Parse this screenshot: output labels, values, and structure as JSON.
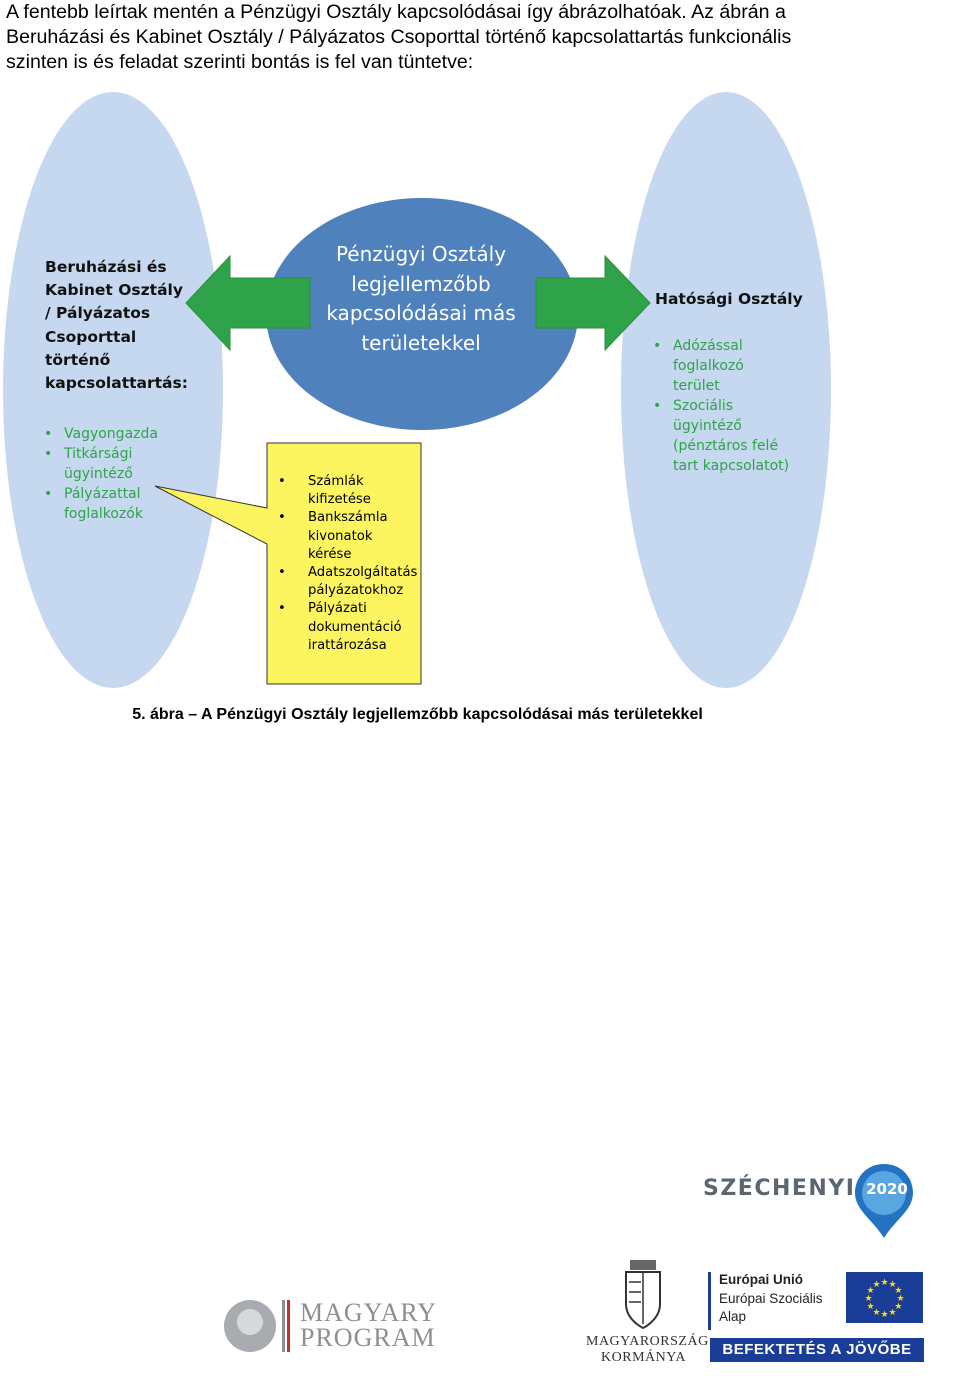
{
  "intro": {
    "line1": "A fentebb leírtak mentén a Pénzügyi Osztály kapcsolódásai így ábrázolhatóak. Az ábrán a",
    "line2": "Beruházási és Kabinet Osztály / Pályázatos Csoporttal történő kapcsolattartás funkcionális",
    "line3": "szinten is és feladat szerinti bontás is fel van tüntetve:"
  },
  "diagram": {
    "colors": {
      "ellipse": "#c5d8ef",
      "circle": "#4f81bd",
      "arrow": "#2fa34a",
      "callout": "#fcf55f",
      "green_text": "#2fa34a"
    },
    "left": {
      "title_lines": [
        "Beruházási és",
        "Kabinet Osztály",
        "/ Pályázatos",
        "Csoporttal",
        "történő",
        "kapcsolattartás:"
      ],
      "items": [
        {
          "lines": [
            "Vagyongazda"
          ]
        },
        {
          "lines": [
            "Titkársági",
            "ügyintéző"
          ]
        },
        {
          "lines": [
            "Pályázattal",
            "foglalkozók"
          ]
        }
      ]
    },
    "center": {
      "title_lines": [
        "Pénzügyi Osztály",
        "legjellemzőbb",
        "kapcsolódásai más",
        "területekkel"
      ]
    },
    "right": {
      "title": "Hatósági Osztály",
      "items": [
        {
          "lines": [
            "Adózással",
            "foglalkozó",
            "terület"
          ]
        },
        {
          "lines": [
            "Szociális",
            "ügyintéző",
            "(pénztáros felé",
            "tart kapcsolatot)"
          ]
        }
      ]
    },
    "callout": {
      "items": [
        {
          "lines": [
            "Számlák",
            "kifizetése"
          ]
        },
        {
          "lines": [
            "Bankszámla",
            "kivonatok",
            "kérése"
          ]
        },
        {
          "lines": [
            "Adatszolgáltatás",
            "pályázatokhoz"
          ]
        },
        {
          "lines": [
            "Pályázati",
            "dokumentáció",
            "irattározása"
          ]
        }
      ]
    }
  },
  "caption": "5. ábra – A Pénzügyi Osztály legjellemzőbb kapcsolódásai más területekkel",
  "logos": {
    "szechenyi": {
      "name": "SZÉCHENYI",
      "year": "2020"
    },
    "magyary": {
      "line1": "MAGYARY",
      "line2": "PROGRAM"
    },
    "kormany": {
      "line1": "MAGYARORSZÁG",
      "line2": "KORMÁNYA"
    },
    "eu": {
      "line1": "Európai Unió",
      "line2": "Európai Szociális",
      "line3": "Alap",
      "banner": "BEFEKTETÉS A JÖVŐBE"
    }
  }
}
